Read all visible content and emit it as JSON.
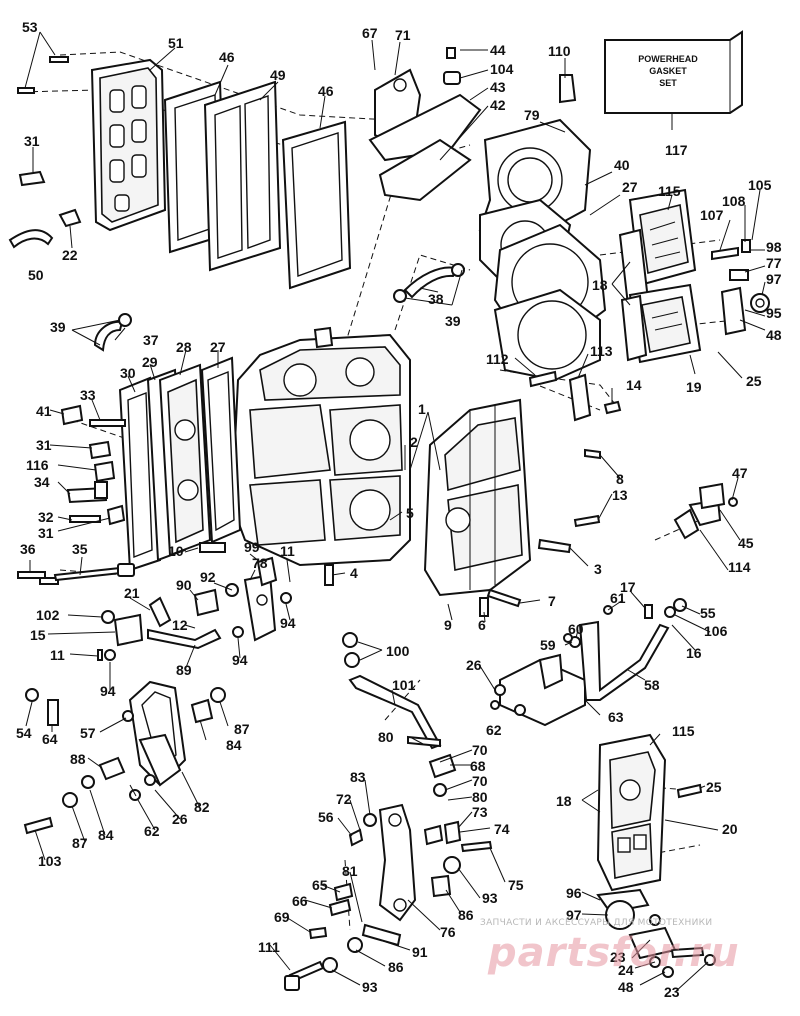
{
  "diagram": {
    "box_label": [
      "POWERHEAD",
      "GASKET",
      "SET"
    ],
    "callouts": [
      {
        "id": "c53",
        "text": "53"
      },
      {
        "id": "c51",
        "text": "51"
      },
      {
        "id": "c46a",
        "text": "46"
      },
      {
        "id": "c49",
        "text": "49"
      },
      {
        "id": "c46b",
        "text": "46"
      },
      {
        "id": "c67",
        "text": "67"
      },
      {
        "id": "c71",
        "text": "71"
      },
      {
        "id": "c44",
        "text": "44"
      },
      {
        "id": "c104",
        "text": "104"
      },
      {
        "id": "c43",
        "text": "43"
      },
      {
        "id": "c42",
        "text": "42"
      },
      {
        "id": "c110",
        "text": "110"
      },
      {
        "id": "c117",
        "text": "117"
      },
      {
        "id": "c31a",
        "text": "31"
      },
      {
        "id": "c79",
        "text": "79"
      },
      {
        "id": "c40",
        "text": "40"
      },
      {
        "id": "c27a",
        "text": "27"
      },
      {
        "id": "c115a",
        "text": "115"
      },
      {
        "id": "c105",
        "text": "105"
      },
      {
        "id": "c107",
        "text": "107"
      },
      {
        "id": "c108",
        "text": "108"
      },
      {
        "id": "c22",
        "text": "22"
      },
      {
        "id": "c50",
        "text": "50"
      },
      {
        "id": "c98",
        "text": "98"
      },
      {
        "id": "c77",
        "text": "77"
      },
      {
        "id": "c97a",
        "text": "97"
      },
      {
        "id": "c18a",
        "text": "18"
      },
      {
        "id": "c38",
        "text": "38"
      },
      {
        "id": "c39a",
        "text": "39"
      },
      {
        "id": "c95",
        "text": "95"
      },
      {
        "id": "c39b",
        "text": "39"
      },
      {
        "id": "c37",
        "text": "37"
      },
      {
        "id": "c48a",
        "text": "48"
      },
      {
        "id": "c28",
        "text": "28"
      },
      {
        "id": "c27b",
        "text": "27"
      },
      {
        "id": "c112",
        "text": "112"
      },
      {
        "id": "c113",
        "text": "113"
      },
      {
        "id": "c19",
        "text": "19"
      },
      {
        "id": "c25a",
        "text": "25"
      },
      {
        "id": "c29",
        "text": "29"
      },
      {
        "id": "c30",
        "text": "30"
      },
      {
        "id": "c33",
        "text": "33"
      },
      {
        "id": "c14",
        "text": "14"
      },
      {
        "id": "c41",
        "text": "41"
      },
      {
        "id": "c1",
        "text": "1"
      },
      {
        "id": "c31b",
        "text": "31"
      },
      {
        "id": "c2",
        "text": "2"
      },
      {
        "id": "c116",
        "text": "116"
      },
      {
        "id": "c8",
        "text": "8"
      },
      {
        "id": "c34",
        "text": "34"
      },
      {
        "id": "c47",
        "text": "47"
      },
      {
        "id": "c13",
        "text": "13"
      },
      {
        "id": "c32",
        "text": "32"
      },
      {
        "id": "c5",
        "text": "5"
      },
      {
        "id": "c31c",
        "text": "31"
      },
      {
        "id": "c45",
        "text": "45"
      },
      {
        "id": "c36",
        "text": "36"
      },
      {
        "id": "c35",
        "text": "35"
      },
      {
        "id": "c10",
        "text": "10"
      },
      {
        "id": "c99",
        "text": "99"
      },
      {
        "id": "c11a",
        "text": "11"
      },
      {
        "id": "c3",
        "text": "3"
      },
      {
        "id": "c114",
        "text": "114"
      },
      {
        "id": "c78",
        "text": "78"
      },
      {
        "id": "c4",
        "text": "4"
      },
      {
        "id": "c90",
        "text": "90"
      },
      {
        "id": "c92",
        "text": "92"
      },
      {
        "id": "c17",
        "text": "17"
      },
      {
        "id": "c21",
        "text": "21"
      },
      {
        "id": "c7",
        "text": "7"
      },
      {
        "id": "c61",
        "text": "61"
      },
      {
        "id": "c55",
        "text": "55"
      },
      {
        "id": "c102",
        "text": "102"
      },
      {
        "id": "c12",
        "text": "12"
      },
      {
        "id": "c94a",
        "text": "94"
      },
      {
        "id": "c9",
        "text": "9"
      },
      {
        "id": "c6",
        "text": "6"
      },
      {
        "id": "c106",
        "text": "106"
      },
      {
        "id": "c15",
        "text": "15"
      },
      {
        "id": "c60",
        "text": "60"
      },
      {
        "id": "c16",
        "text": "16"
      },
      {
        "id": "c11b",
        "text": "11"
      },
      {
        "id": "c94b",
        "text": "94"
      },
      {
        "id": "c89",
        "text": "89"
      },
      {
        "id": "c100",
        "text": "100"
      },
      {
        "id": "c59",
        "text": "59"
      },
      {
        "id": "c58",
        "text": "58"
      },
      {
        "id": "c26a",
        "text": "26"
      },
      {
        "id": "c94c",
        "text": "94"
      },
      {
        "id": "c101",
        "text": "101"
      },
      {
        "id": "c54",
        "text": "54"
      },
      {
        "id": "c64",
        "text": "64"
      },
      {
        "id": "c87a",
        "text": "87"
      },
      {
        "id": "c63",
        "text": "63"
      },
      {
        "id": "c57",
        "text": "57"
      },
      {
        "id": "c84a",
        "text": "84"
      },
      {
        "id": "c62a",
        "text": "62"
      },
      {
        "id": "c80a",
        "text": "80"
      },
      {
        "id": "c115b",
        "text": "115"
      },
      {
        "id": "c70a",
        "text": "70"
      },
      {
        "id": "c88",
        "text": "88"
      },
      {
        "id": "c68",
        "text": "68"
      },
      {
        "id": "c70b",
        "text": "70"
      },
      {
        "id": "c25b",
        "text": "25"
      },
      {
        "id": "c83",
        "text": "83"
      },
      {
        "id": "c80b",
        "text": "80"
      },
      {
        "id": "c18b",
        "text": "18"
      },
      {
        "id": "c72",
        "text": "72"
      },
      {
        "id": "c73",
        "text": "73"
      },
      {
        "id": "c82",
        "text": "82"
      },
      {
        "id": "c56",
        "text": "56"
      },
      {
        "id": "c74",
        "text": "74"
      },
      {
        "id": "c20",
        "text": "20"
      },
      {
        "id": "c62b",
        "text": "62"
      },
      {
        "id": "c26b",
        "text": "26"
      },
      {
        "id": "c87b",
        "text": "87"
      },
      {
        "id": "c84b",
        "text": "84"
      },
      {
        "id": "c103",
        "text": "103"
      },
      {
        "id": "c75",
        "text": "75"
      },
      {
        "id": "c81",
        "text": "81"
      },
      {
        "id": "c65",
        "text": "65"
      },
      {
        "id": "c93a",
        "text": "93"
      },
      {
        "id": "c96",
        "text": "96"
      },
      {
        "id": "c66",
        "text": "66"
      },
      {
        "id": "c86a",
        "text": "86"
      },
      {
        "id": "c97b",
        "text": "97"
      },
      {
        "id": "c69",
        "text": "69"
      },
      {
        "id": "c76",
        "text": "76"
      },
      {
        "id": "c91",
        "text": "91"
      },
      {
        "id": "c111",
        "text": "111"
      },
      {
        "id": "c86b",
        "text": "86"
      },
      {
        "id": "c24",
        "text": "24"
      },
      {
        "id": "c93b",
        "text": "93"
      },
      {
        "id": "c48b",
        "text": "48"
      },
      {
        "id": "c23a",
        "text": "23"
      },
      {
        "id": "c23b",
        "text": "23"
      }
    ]
  },
  "watermark": {
    "line1": "ЗАПЧАСТИ И АКСЕССУАРЫ ДЛЯ МОТОТЕХНИКИ",
    "line2": "partsfor.ru"
  }
}
